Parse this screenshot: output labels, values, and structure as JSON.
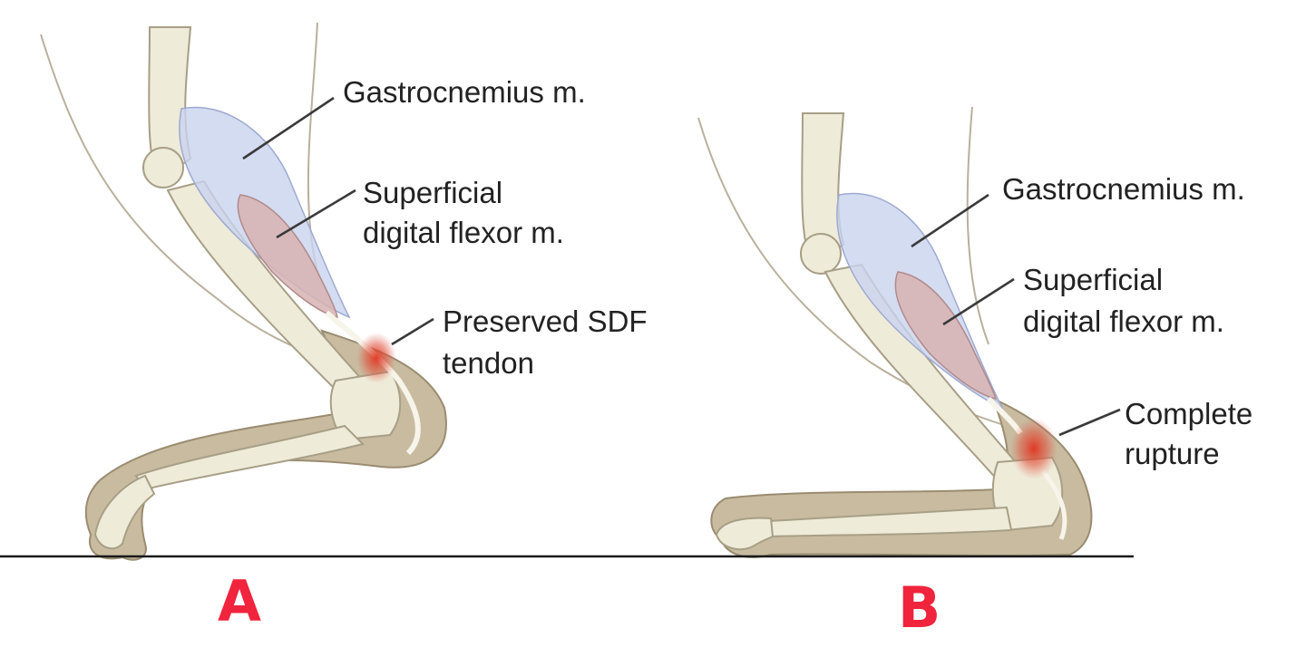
{
  "panel_a": {
    "letter": "A",
    "labels": {
      "gastrocnemius": "Gastrocnemius m.",
      "sdf_line1": "Superficial",
      "sdf_line2": "digital flexor m.",
      "tendon_line1": "Preserved SDF",
      "tendon_line2": "tendon"
    }
  },
  "panel_b": {
    "letter": "B",
    "labels": {
      "gastrocnemius": "Gastrocnemius m.",
      "sdf_line1": "Superficial",
      "sdf_line2": "digital flexor m.",
      "rupture_line1": "Complete",
      "rupture_line2": "rupture"
    }
  },
  "colors": {
    "gastrocnemius": "#c9d3ef",
    "sdf_muscle": "#d7b3b3",
    "injury": "#e0321e",
    "skin": "#c8bba0",
    "bone": "#efebd9",
    "letter": "#f0243c"
  }
}
